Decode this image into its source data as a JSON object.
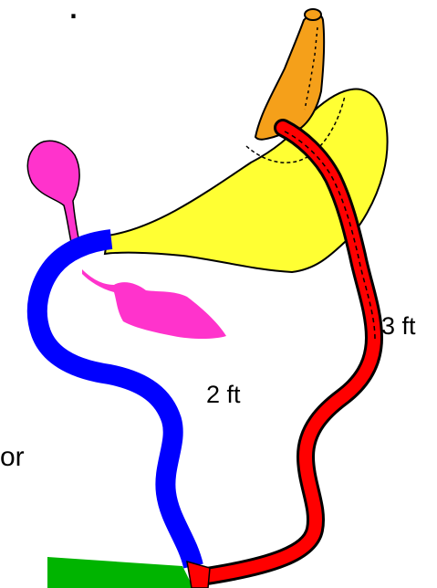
{
  "labels": {
    "length_3ft": "3 ft",
    "length_2ft": "2 ft",
    "cut_text_left": "or",
    "cut_text_top": "‘ ’ ."
  },
  "colors": {
    "orange_tip": "#f5a01a",
    "yellow_bell": "#ffff33",
    "pink_part": "#ff33cc",
    "blue_tube": "#0000ff",
    "red_tube": "#ff0000",
    "green_tube": "#00b400",
    "outline": "#000000"
  }
}
